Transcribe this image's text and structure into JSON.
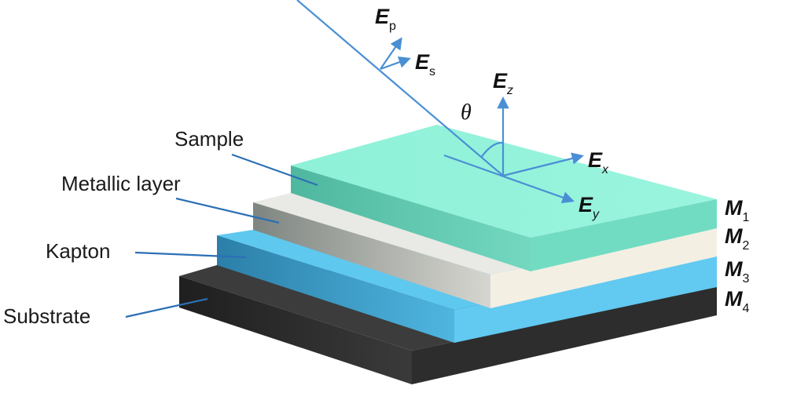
{
  "layer_labels": {
    "sample": "Sample",
    "metallic": "Metallic layer",
    "kapton": "Kapton",
    "substrate": "Substrate"
  },
  "media": [
    {
      "main": "M",
      "sub": "1"
    },
    {
      "main": "M",
      "sub": "2"
    },
    {
      "main": "M",
      "sub": "3"
    },
    {
      "main": "M",
      "sub": "4"
    }
  ],
  "fields": {
    "ep": {
      "main": "E",
      "sub": "p"
    },
    "es": {
      "main": "E",
      "sub": "s"
    },
    "ez": {
      "main": "E",
      "sub": "z"
    },
    "ex": {
      "main": "E",
      "sub": "x"
    },
    "ey": {
      "main": "E",
      "sub": "y"
    }
  },
  "angle_label": "θ",
  "colors": {
    "arrow": "#4a8fd4",
    "leader": "#2c6fb5",
    "sample_top": "#8ef1d8",
    "sample_side": "#6fd9bf",
    "metal_top": "#e8e8e4",
    "metal_side": "#f2efe2",
    "kapton_top": "#5cc8f0",
    "kapton_side": "#61c9f2",
    "substrate_top": "#3d3d3d",
    "substrate_side": "#2c2c2c"
  }
}
